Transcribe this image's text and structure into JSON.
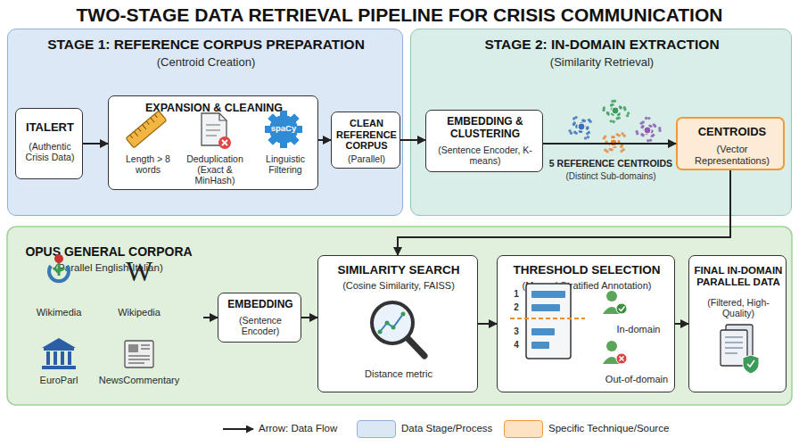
{
  "diagram": {
    "title": "TWO-STAGE DATA RETRIEVAL PIPELINE FOR CRISIS COMMUNICATION",
    "nodes": [
      {
        "text": [
          "STAGE 1: REFERENCE CORPUS PREPARATION",
          "(Centroid Creation)"
        ]
      },
      {
        "text": [
          "ITALERT",
          "(Authentic Crisis Data)"
        ],
        "in": 0
      },
      {
        "text": [
          "EXPANSION & CLEANING",
          "Length > 8 words",
          "Deduplication (Exact & MinHash)",
          "Linguistic Filtering"
        ],
        "in": 0
      },
      {
        "text": [
          "CLEAN REFERENCE CORPUS",
          "(Parallel)"
        ],
        "in": 0
      },
      {
        "text": [
          "STAGE 2: IN-DOMAIN EXTRACTION",
          "(Similarity Retrieval)"
        ]
      },
      {
        "text": [
          "EMBEDDING & CLUSTERING",
          "(Sentence Encoder, K-means)"
        ],
        "in": 4
      },
      {
        "text": [
          "CENTROIDS",
          "(Vector Representations)"
        ],
        "in": 4
      },
      {
        "text": [
          "OPUS GENERAL CORPORA",
          "(Parallel English-Italian)",
          "Wikimedia",
          "Wikipedia",
          "EuroParl",
          "NewsCommentary"
        ]
      },
      {
        "text": [
          "EMBEDDING",
          "(Sentence Encoder)"
        ]
      },
      {
        "text": [
          "SIMILARITY SEARCH",
          "(Cosine Similarity, FAISS)",
          "Distance metric"
        ]
      },
      {
        "text": [
          "THRESHOLD SELECTION",
          "(Manual Stratified Annotation)",
          "In-domain",
          "Out-of-domain"
        ]
      },
      {
        "text": [
          "FINAL IN-DOMAIN PARALLEL DATA",
          "(Filtered, High-Quality)"
        ]
      }
    ],
    "edges": [
      {
        "from": 1,
        "to": 2,
        "arrow": "to"
      },
      {
        "from": 2,
        "to": 3,
        "arrow": "to"
      },
      {
        "from": 3,
        "to": 5,
        "arrow": "to"
      },
      {
        "from": 5,
        "to": 6,
        "arrow": "to"
      },
      {
        "from": 6,
        "to": 9,
        "arrow": "to"
      },
      {
        "from": 7,
        "to": 8,
        "arrow": "to"
      },
      {
        "from": 8,
        "to": 9,
        "arrow": "to"
      },
      {
        "from": 9,
        "to": 10,
        "arrow": "to"
      },
      {
        "from": 10,
        "to": 11,
        "arrow": "to"
      }
    ],
    "labels": [
      "spaCy",
      "5 REFERENCE CENTROIDS",
      "(Distinct Sub-domains)",
      "W",
      "1",
      "2",
      "3",
      "4",
      "Box",
      "Icon"
    ],
    "legend": [
      {
        "text": "Arrow: Data Flow"
      },
      {
        "text": "Data Stage/Process",
        "color": "#dce7f5"
      },
      {
        "text": "Specific Technique/Source",
        "color": "#fde3c4"
      }
    ]
  }
}
